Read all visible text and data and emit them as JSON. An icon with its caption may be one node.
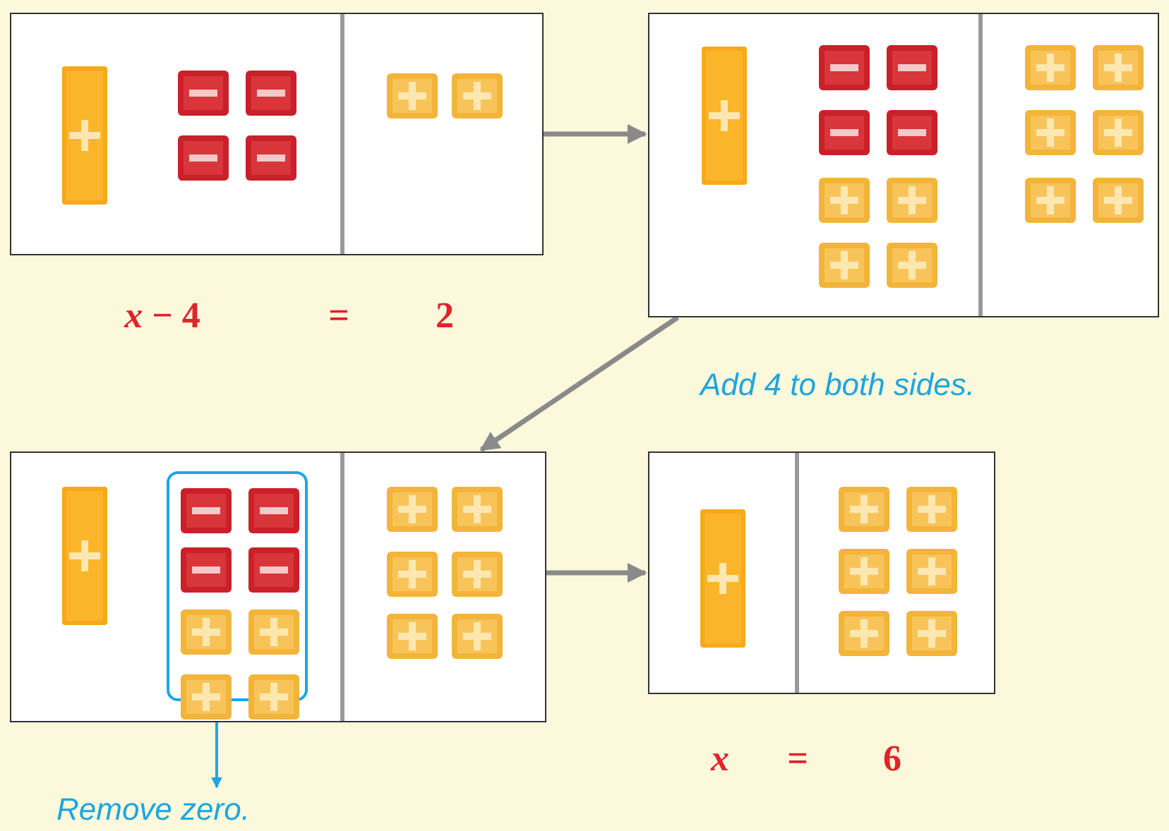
{
  "diagram": {
    "nodes": [
      {
        "text": [],
        "shape": "box"
      },
      {
        "text": [],
        "shape": "box"
      },
      {
        "text": [],
        "shape": "box"
      },
      {
        "text": [],
        "shape": "box",
        "in": 2
      },
      {
        "text": [],
        "shape": "box"
      },
      {
        "text": [
          "Remove zero."
        ]
      }
    ],
    "edges": [
      {
        "from": 0,
        "to": 1,
        "arrow": "to"
      },
      {
        "from": 1,
        "to": 2,
        "arrow": "to",
        "label": "Add 4 to both sides."
      },
      {
        "from": 2,
        "to": 4,
        "arrow": "to"
      },
      {
        "from": 3,
        "to": 5,
        "arrow": "to",
        "color": "#1fa6df"
      }
    ],
    "labels": [
      "*x* − 4",
      "=",
      "2",
      "x",
      "=",
      "6"
    ]
  }
}
